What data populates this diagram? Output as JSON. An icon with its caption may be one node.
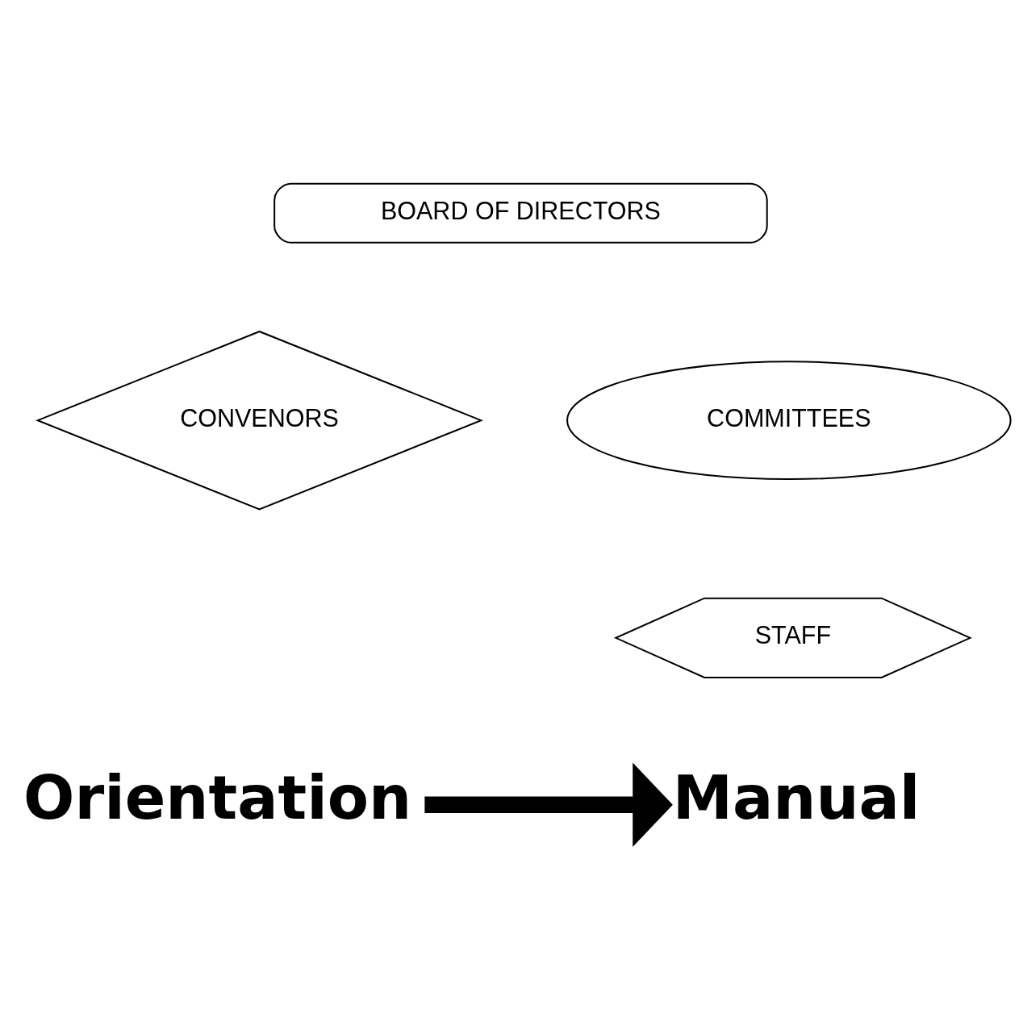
{
  "diagram": {
    "nodes": [
      {
        "text": [
          "BOARD OF DIRECTORS"
        ]
      },
      {
        "text": [
          "CONVENORS"
        ]
      },
      {
        "text": [
          "COMMITTEES"
        ]
      },
      {
        "text": [
          "STAFF"
        ]
      },
      {
        "text": [
          "Orientation"
        ]
      },
      {
        "text": [
          "Manual"
        ]
      }
    ],
    "edges": [
      {
        "from": 4,
        "to": 5,
        "arrow": "to"
      }
    ]
  }
}
